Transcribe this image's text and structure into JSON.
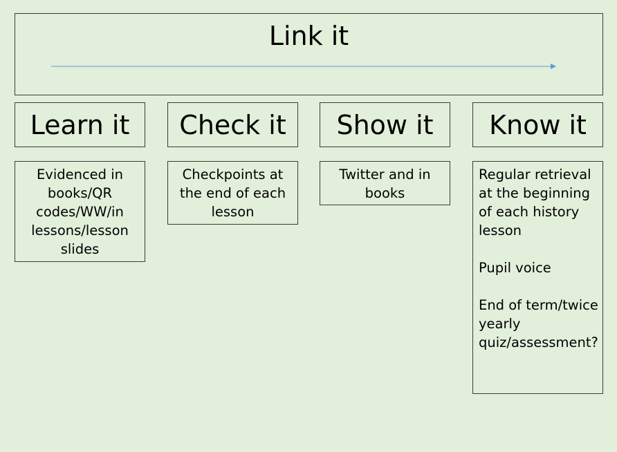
{
  "banner": {
    "title": "Link it"
  },
  "columns": [
    {
      "heading": "Learn it",
      "paragraphs": [
        "Evidenced in\nbooks/QR\ncodes/WW/in\nlessons/lesson\nslides"
      ]
    },
    {
      "heading": "Check it",
      "paragraphs": [
        "Checkpoints at\nthe end of each\nlesson"
      ]
    },
    {
      "heading": "Show it",
      "paragraphs": [
        "Twitter and in\nbooks"
      ]
    },
    {
      "heading": "Know it",
      "paragraphs": [
        "Regular retrieval\nat the beginning\nof each history\nlesson",
        "Pupil voice",
        "End of term/twice\nyearly\nquiz/assessment?"
      ]
    }
  ],
  "colors": {
    "background": "#e2efda",
    "border": "#3a3a3a",
    "arrow": "#5b9bd5"
  }
}
